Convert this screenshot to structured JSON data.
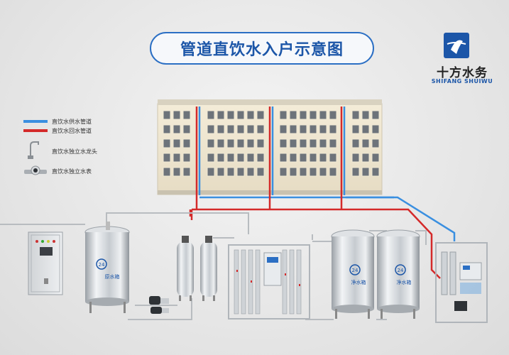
{
  "title": "管道直饮水入户示意图",
  "logo": {
    "name_cn": "十方水务",
    "name_en": "SHIFANG SHUIWU"
  },
  "legend": [
    {
      "label": "直饮水供水管道",
      "color": "#3a8fe0"
    },
    {
      "label": "直饮水回水管道",
      "color": "#d42a2a"
    },
    {
      "label": "直饮水独立水龙头",
      "icon": "faucet-icon"
    },
    {
      "label": "直饮水独立水表",
      "icon": "water-meter-icon"
    }
  ],
  "tanks": {
    "badge": "24",
    "raw_tank_label": "原水箱",
    "pure_tank_label_1": "净水箱",
    "pure_tank_label_2": "净水箱"
  },
  "colors": {
    "supply": "#3a8fe0",
    "return": "#d42a2a",
    "brand": "#1c56a8"
  }
}
